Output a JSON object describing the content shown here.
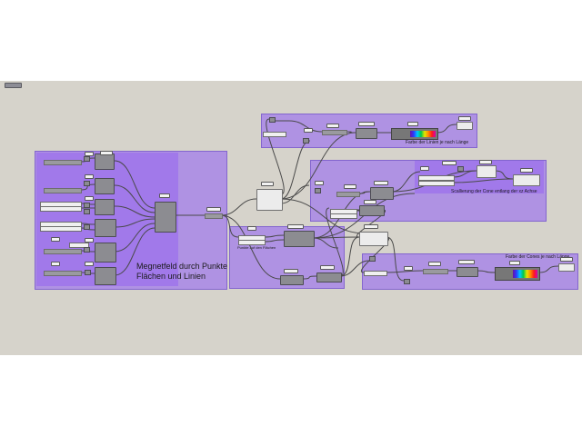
{
  "canvas": {
    "background": "#d6d3cb",
    "group_color": "#a078eb"
  },
  "groups": {
    "magnetic_field": {
      "label_line1": "Megnetfeld durch Punkte",
      "label_line2": "Flächen und Linien"
    },
    "line_colors": {
      "label": "Farbe der Linien je nach Länge"
    },
    "cone_scaling": {
      "label": "Scallierung der Cone entlang der xz Achse"
    },
    "points_on_surfaces": {
      "label": "Punkte auf den Flächen"
    },
    "cone_colors": {
      "label": "Farbe der Cones je nach Länge"
    }
  },
  "gradient_colors": [
    "#6b0fa8",
    "#2a3cff",
    "#00c8ff",
    "#00c84a",
    "#e5e500",
    "#ff8a00",
    "#ff1a1a",
    "#d600b0"
  ],
  "wire_color": "#4a4a4a"
}
